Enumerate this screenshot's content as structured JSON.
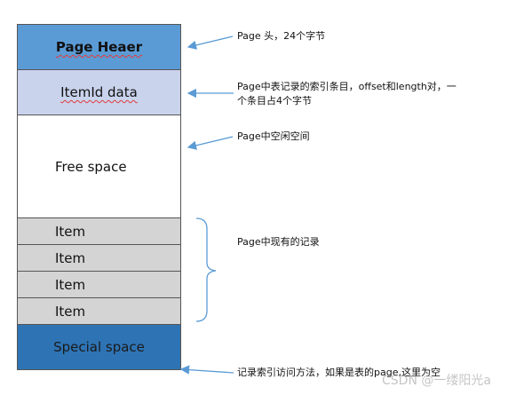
{
  "blocks": {
    "header": "Page Heaer",
    "itemid": "ItemId data",
    "free": "Free space",
    "items": [
      "Item",
      "Item",
      "Item",
      "Item"
    ],
    "special": "Special space"
  },
  "notes": {
    "header": "Page 头，24个字节",
    "itemid_line1": "Page中表记录的索引条目，offset和length对，一",
    "itemid_line2": "个条目占4个字节",
    "free": "Page中空闲空间",
    "items": "Page中现有的记录",
    "special": "记录索引访问方法，如果是表的page,这里为空"
  },
  "watermark": "CSDN @一缕阳光a",
  "colors": {
    "header": "#5b9bd5",
    "itemid": "#c9d3ec",
    "item": "#d4d4d4",
    "special": "#2e74b5",
    "arrow": "#5b9bd5"
  }
}
